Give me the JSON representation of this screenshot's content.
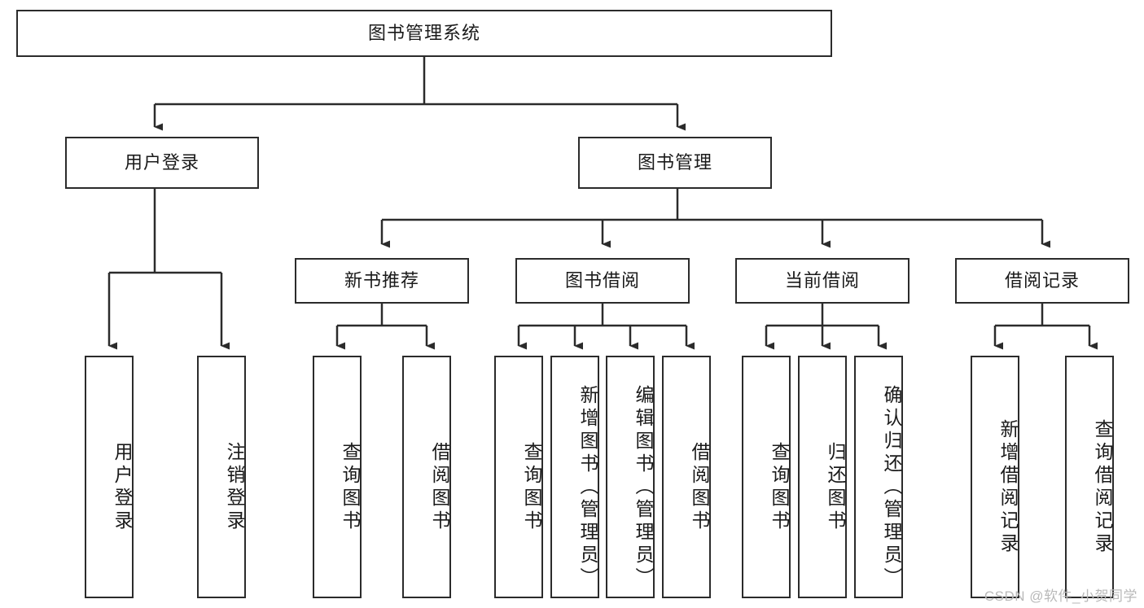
{
  "diagram": {
    "title": "图书管理系统",
    "watermark": "CSDN @软件_小贺同学",
    "line_color": "#2b2b2b",
    "box_fill": "#ffffff",
    "text_color": "#1a1a1a",
    "watermark_color": "#b9b9b9"
  },
  "nodes": {
    "root": {
      "label": "图书管理系统"
    },
    "level2": [
      {
        "label": "用户登录"
      },
      {
        "label": "图书管理"
      }
    ],
    "level3": [
      {
        "label": "新书推荐"
      },
      {
        "label": "图书借阅"
      },
      {
        "label": "当前借阅"
      },
      {
        "label": "借阅记录"
      }
    ],
    "leaves": {
      "user_login": [
        {
          "label": "用户登录"
        },
        {
          "label": "注销登录"
        }
      ],
      "new_book": [
        {
          "label": "查询图书"
        },
        {
          "label": "借阅图书"
        }
      ],
      "book_borrow": [
        {
          "label": "查询图书"
        },
        {
          "label": "新增图书（管理员）"
        },
        {
          "label": "编辑图书（管理员）"
        },
        {
          "label": "借阅图书"
        }
      ],
      "current_borrow": [
        {
          "label": "查询图书"
        },
        {
          "label": "归还图书"
        },
        {
          "label": "确认归还（管理员）"
        }
      ],
      "borrow_record": [
        {
          "label": "新增借阅记录"
        },
        {
          "label": "查询借阅记录"
        }
      ]
    }
  }
}
